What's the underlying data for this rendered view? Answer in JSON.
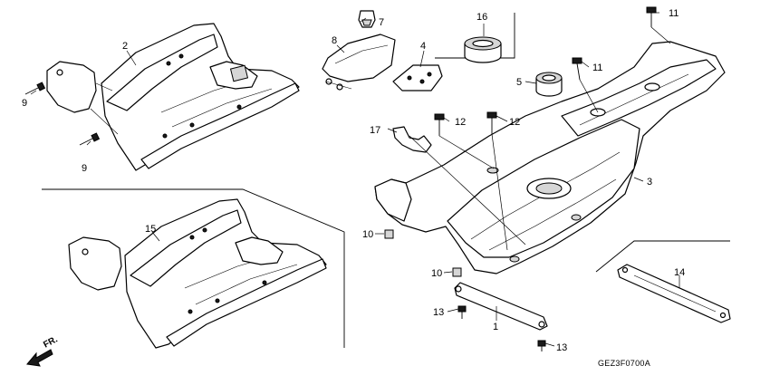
{
  "diagram_code": "GEZ3F0700A",
  "front_indicator": "FR.",
  "callouts": [
    {
      "id": "c1",
      "number": "1"
    },
    {
      "id": "c2",
      "number": "2"
    },
    {
      "id": "c3",
      "number": "3"
    },
    {
      "id": "c4",
      "number": "4"
    },
    {
      "id": "c5",
      "number": "5"
    },
    {
      "id": "c7",
      "number": "7"
    },
    {
      "id": "c8",
      "number": "8"
    },
    {
      "id": "c9a",
      "number": "9"
    },
    {
      "id": "c9b",
      "number": "9"
    },
    {
      "id": "c10a",
      "number": "10"
    },
    {
      "id": "c10b",
      "number": "10"
    },
    {
      "id": "c11a",
      "number": "11"
    },
    {
      "id": "c11b",
      "number": "11"
    },
    {
      "id": "c12a",
      "number": "12"
    },
    {
      "id": "c12b",
      "number": "12"
    },
    {
      "id": "c13a",
      "number": "13"
    },
    {
      "id": "c13b",
      "number": "13"
    },
    {
      "id": "c14",
      "number": "14"
    },
    {
      "id": "c15",
      "number": "15"
    },
    {
      "id": "c16",
      "number": "16"
    },
    {
      "id": "c17",
      "number": "17"
    }
  ]
}
